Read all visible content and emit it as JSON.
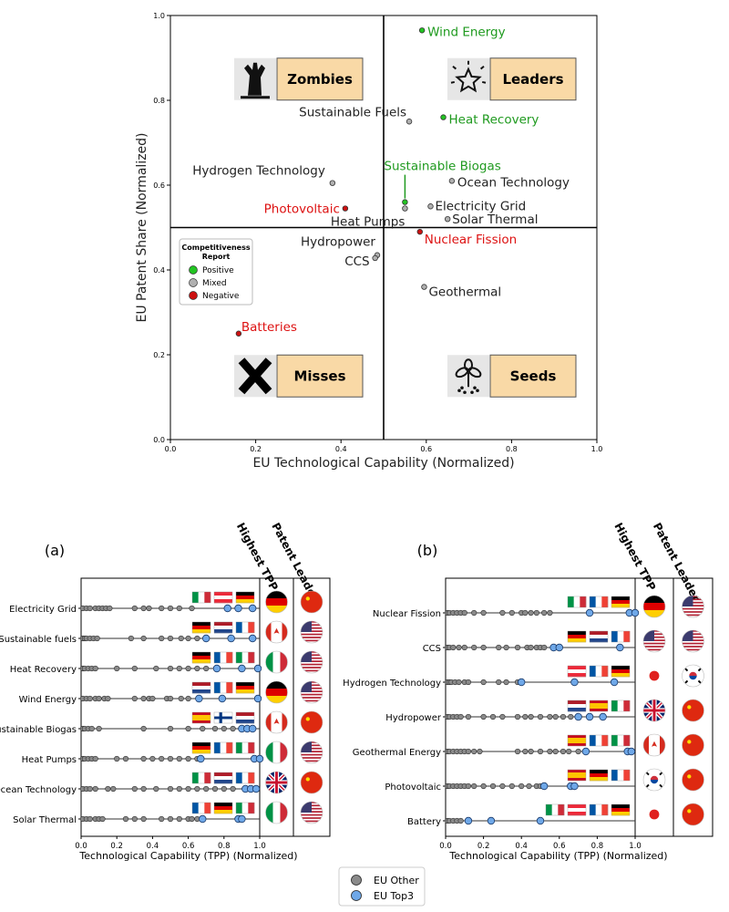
{
  "chart_data": [
    {
      "type": "scatter",
      "xlabel": "EU Technological Capability (Normalized)",
      "ylabel": "EU Patent Share (Normalized)",
      "xlim": [
        0,
        1
      ],
      "ylim": [
        0,
        1
      ],
      "xticks": [
        "0.0",
        "0.2",
        "0.4",
        "0.6",
        "0.8",
        "1.0"
      ],
      "yticks": [
        "0.0",
        "0.2",
        "0.4",
        "0.6",
        "0.8",
        "1.0"
      ],
      "quadrants": [
        "Zombies",
        "Leaders",
        "Misses",
        "Seeds"
      ],
      "legend": {
        "title": "Competitiveness Report",
        "placement": "middle-left",
        "items": [
          {
            "label": "Positive",
            "color": "#22c422"
          },
          {
            "label": "Mixed",
            "color": "#b0b0b0"
          },
          {
            "label": "Negative",
            "color": "#cc1111"
          }
        ]
      },
      "colors": {
        "Positive": "#1f9a1f",
        "Mixed": "#222222",
        "Negative": "#dd1111"
      },
      "points": [
        {
          "label": "Wind Energy",
          "x": 0.59,
          "y": 0.965,
          "report": "Positive"
        },
        {
          "label": "Sustainable Fuels",
          "x": 0.56,
          "y": 0.75,
          "report": "Mixed"
        },
        {
          "label": "Heat Recovery",
          "x": 0.64,
          "y": 0.76,
          "report": "Positive"
        },
        {
          "label": "Hydrogen Technology",
          "x": 0.38,
          "y": 0.605,
          "report": "Mixed"
        },
        {
          "label": "Sustainable Biogas",
          "x": 0.55,
          "y": 0.56,
          "report": "Positive"
        },
        {
          "label": "Ocean Technology",
          "x": 0.66,
          "y": 0.61,
          "report": "Mixed"
        },
        {
          "label": "Photovoltaic",
          "x": 0.41,
          "y": 0.545,
          "report": "Negative"
        },
        {
          "label": "Electricity Grid",
          "x": 0.61,
          "y": 0.55,
          "report": "Mixed"
        },
        {
          "label": "Heat Pumps",
          "x": 0.55,
          "y": 0.545,
          "report": "Mixed"
        },
        {
          "label": "Solar Thermal",
          "x": 0.65,
          "y": 0.52,
          "report": "Mixed"
        },
        {
          "label": "Nuclear Fission",
          "x": 0.585,
          "y": 0.49,
          "report": "Negative"
        },
        {
          "label": "Hydropower",
          "x": 0.485,
          "y": 0.435,
          "report": "Mixed"
        },
        {
          "label": "CCS",
          "x": 0.48,
          "y": 0.428,
          "report": "Mixed"
        },
        {
          "label": "Geothermal",
          "x": 0.595,
          "y": 0.36,
          "report": "Mixed"
        },
        {
          "label": "Batteries",
          "x": 0.16,
          "y": 0.25,
          "report": "Negative"
        }
      ]
    },
    {
      "type": "scatter",
      "panel": "(a)",
      "xlabel": "Technological Capability (TPP) (Normalized)",
      "xticks": [
        "0.0",
        "0.2",
        "0.4",
        "0.6",
        "0.8",
        "1.0"
      ],
      "column_headers": [
        "Highest TPP",
        "Patent Leader"
      ],
      "rows": [
        {
          "label": "Electricity Grid",
          "other": [
            0.01,
            0.03,
            0.05,
            0.08,
            0.1,
            0.12,
            0.14,
            0.16,
            0.3,
            0.35,
            0.38,
            0.45,
            0.5,
            0.55,
            0.62
          ],
          "top3": [
            0.82,
            0.88,
            0.96
          ],
          "highest_tpp": "DE",
          "patent_leader": "CN",
          "flags": [
            "IT",
            "AT",
            "DE"
          ]
        },
        {
          "label": "Sustainable fuels",
          "other": [
            0.01,
            0.02,
            0.03,
            0.05,
            0.07,
            0.09,
            0.28,
            0.35,
            0.45,
            0.5,
            0.56,
            0.6,
            0.65
          ],
          "top3": [
            0.7,
            0.84,
            0.96
          ],
          "highest_tpp": "CA",
          "patent_leader": "US",
          "flags": [
            "DE",
            "NL",
            "FR"
          ]
        },
        {
          "label": "Heat Recovery",
          "other": [
            0.01,
            0.02,
            0.04,
            0.06,
            0.08,
            0.2,
            0.3,
            0.42,
            0.5,
            0.55,
            0.6,
            0.65,
            0.7
          ],
          "top3": [
            0.76,
            0.9,
            0.99
          ],
          "highest_tpp": "IT",
          "patent_leader": "US",
          "flags": [
            "DE",
            "FR",
            "IT"
          ]
        },
        {
          "label": "Wind Energy",
          "other": [
            0.01,
            0.03,
            0.05,
            0.08,
            0.1,
            0.13,
            0.15,
            0.3,
            0.35,
            0.38,
            0.4,
            0.48,
            0.5,
            0.56,
            0.6
          ],
          "top3": [
            0.66,
            0.79,
            0.99
          ],
          "highest_tpp": "DE",
          "patent_leader": "US",
          "flags": [
            "NL",
            "FR",
            "DE"
          ]
        },
        {
          "label": "Sustainable Biogas",
          "other": [
            0.01,
            0.02,
            0.04,
            0.06,
            0.1,
            0.35,
            0.5,
            0.6,
            0.68,
            0.75,
            0.8,
            0.85
          ],
          "top3": [
            0.9,
            0.93,
            0.96
          ],
          "highest_tpp": "CA",
          "patent_leader": "CN",
          "flags": [
            "ES",
            "FI",
            "NL"
          ]
        },
        {
          "label": "Heat Pumps",
          "other": [
            0.01,
            0.02,
            0.04,
            0.06,
            0.08,
            0.2,
            0.25,
            0.35,
            0.4,
            0.45,
            0.5,
            0.55,
            0.6,
            0.65
          ],
          "top3": [
            0.67,
            0.97,
            1.0
          ],
          "highest_tpp": "IT",
          "patent_leader": "US",
          "flags": [
            "DE",
            "FR",
            "IT"
          ]
        },
        {
          "label": "Ocean Technology",
          "other": [
            0.01,
            0.03,
            0.05,
            0.08,
            0.15,
            0.18,
            0.3,
            0.35,
            0.42,
            0.5,
            0.55,
            0.6,
            0.65,
            0.7,
            0.75,
            0.8,
            0.85
          ],
          "top3": [
            0.92,
            0.95,
            0.98
          ],
          "highest_tpp": "GB",
          "patent_leader": "CN",
          "flags": [
            "IT",
            "NL",
            "FR"
          ]
        },
        {
          "label": "Solar Thermal",
          "other": [
            0.01,
            0.03,
            0.05,
            0.08,
            0.1,
            0.12,
            0.25,
            0.3,
            0.35,
            0.45,
            0.5,
            0.55,
            0.6,
            0.62,
            0.65
          ],
          "top3": [
            0.68,
            0.88,
            0.9
          ],
          "highest_tpp": "IT",
          "patent_leader": "US",
          "flags": [
            "FR",
            "DE",
            "IT"
          ]
        }
      ]
    },
    {
      "type": "scatter",
      "panel": "(b)",
      "xlabel": "Technological Capability (TPP) (Normalized)",
      "xticks": [
        "0.0",
        "0.2",
        "0.4",
        "0.6",
        "0.8",
        "1.0"
      ],
      "column_headers": [
        "Highest TPP",
        "Patent Leader"
      ],
      "rows": [
        {
          "label": "Nuclear Fission",
          "other": [
            0.01,
            0.02,
            0.04,
            0.06,
            0.08,
            0.1,
            0.15,
            0.2,
            0.3,
            0.35,
            0.4,
            0.42,
            0.45,
            0.48,
            0.52,
            0.55
          ],
          "top3": [
            0.76,
            0.97,
            1.0
          ],
          "highest_tpp": "DE",
          "patent_leader": "US",
          "flags": [
            "IT",
            "FR",
            "DE"
          ]
        },
        {
          "label": "CCS",
          "other": [
            0.01,
            0.02,
            0.04,
            0.07,
            0.1,
            0.15,
            0.2,
            0.28,
            0.32,
            0.38,
            0.43,
            0.45,
            0.48,
            0.5,
            0.52
          ],
          "top3": [
            0.57,
            0.6,
            0.92
          ],
          "highest_tpp": "US",
          "patent_leader": "US",
          "flags": [
            "DE",
            "NL",
            "FR"
          ]
        },
        {
          "label": "Hydrogen Technology",
          "other": [
            0.01,
            0.02,
            0.03,
            0.05,
            0.07,
            0.1,
            0.12,
            0.2,
            0.28,
            0.32,
            0.38
          ],
          "top3": [
            0.4,
            0.68,
            0.89
          ],
          "highest_tpp": "JP",
          "patent_leader": "KR",
          "flags": [
            "AT",
            "FR",
            "DE"
          ]
        },
        {
          "label": "Hydropower",
          "other": [
            0.01,
            0.02,
            0.04,
            0.06,
            0.08,
            0.12,
            0.2,
            0.25,
            0.3,
            0.38,
            0.42,
            0.45,
            0.5,
            0.55,
            0.58,
            0.62,
            0.66
          ],
          "top3": [
            0.7,
            0.76,
            0.83
          ],
          "highest_tpp": "GB",
          "patent_leader": "CN",
          "flags": [
            "NL",
            "ES",
            "IT"
          ]
        },
        {
          "label": "Geothermal Energy",
          "other": [
            0.01,
            0.02,
            0.04,
            0.06,
            0.08,
            0.1,
            0.12,
            0.15,
            0.18,
            0.38,
            0.42,
            0.45,
            0.5,
            0.55,
            0.58,
            0.62,
            0.65,
            0.7
          ],
          "top3": [
            0.74,
            0.96,
            0.98
          ],
          "highest_tpp": "CA",
          "patent_leader": "CN",
          "flags": [
            "ES",
            "FR",
            "IT"
          ]
        },
        {
          "label": "Photovoltaic",
          "other": [
            0.01,
            0.02,
            0.04,
            0.06,
            0.08,
            0.1,
            0.12,
            0.15,
            0.2,
            0.25,
            0.3,
            0.35,
            0.4,
            0.44,
            0.48,
            0.5
          ],
          "top3": [
            0.52,
            0.66,
            0.68
          ],
          "highest_tpp": "KR",
          "patent_leader": "CN",
          "flags": [
            "ES",
            "DE",
            "FR"
          ]
        },
        {
          "label": "Battery",
          "other": [
            0.01,
            0.02,
            0.04,
            0.06,
            0.08
          ],
          "top3": [
            0.12,
            0.24,
            0.5
          ],
          "highest_tpp": "JP",
          "patent_leader": "CN",
          "flags": [
            "IT",
            "AT",
            "FR",
            "DE"
          ]
        }
      ]
    }
  ],
  "legend_bottom": {
    "items": [
      {
        "label": "EU Other",
        "color": "#8a8a8a"
      },
      {
        "label": "EU Top3",
        "color": "#6fa8e8"
      }
    ]
  }
}
